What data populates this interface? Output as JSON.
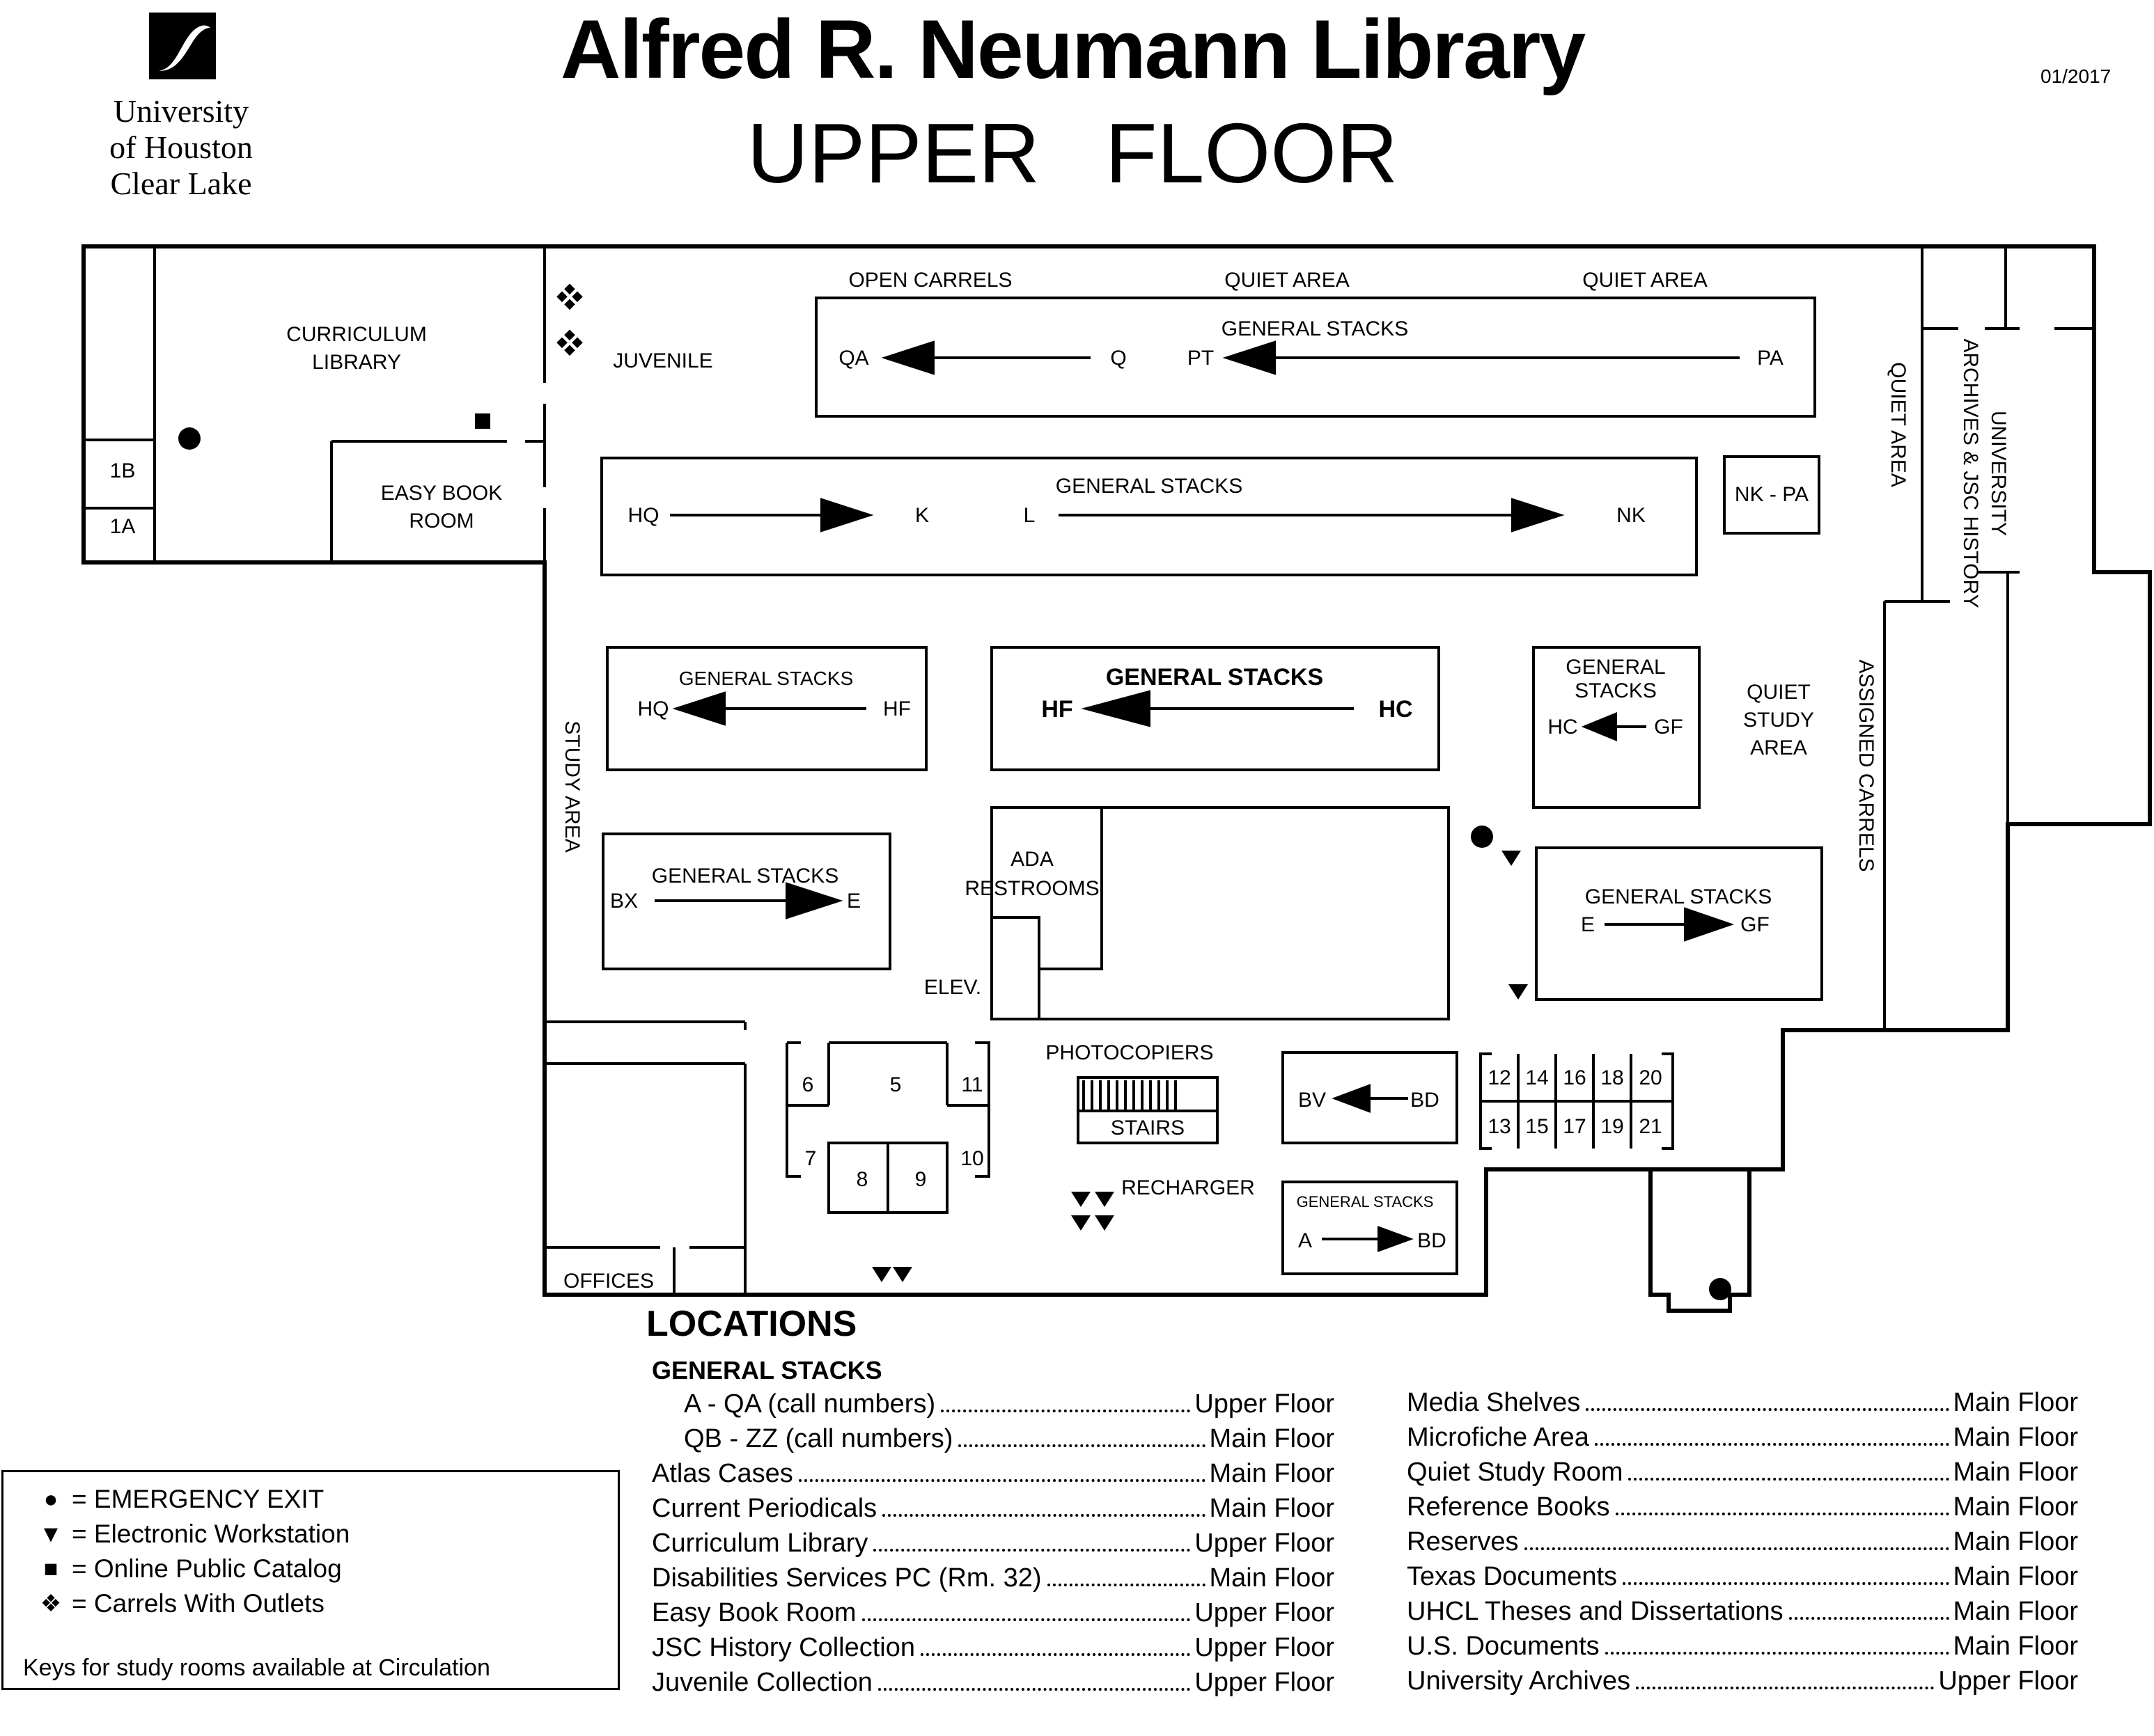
{
  "header": {
    "university_logo_text": [
      "University",
      "of Houston",
      "Clear Lake"
    ],
    "title": "Alfred R. Neumann Library",
    "subtitle": "UPPER FLOOR",
    "date": "01/2017"
  },
  "map": {
    "labels": {
      "open_carrels": "OPEN CARRELS",
      "quiet_area_1": "QUIET AREA",
      "quiet_area_2": "QUIET AREA",
      "general_stacks": "GENERAL STACKS",
      "curriculum_1": "CURRICULUM",
      "curriculum_2": "LIBRARY",
      "juvenile": "JUVENILE",
      "easy_book_1": "EASY BOOK",
      "easy_book_2": "ROOM",
      "room_1b": "1B",
      "room_1a": "1A",
      "study_area": "STUDY AREA",
      "quiet_area_vertical": "QUIET AREA",
      "archives_1": "UNIVERSITY",
      "archives_2": "ARCHIVES & JSC HISTORY",
      "assigned_carrels": "ASSIGNED CARRELS",
      "quiet_study_1": "QUIET",
      "quiet_study_2": "STUDY",
      "quiet_study_3": "AREA",
      "ada_1": "ADA",
      "ada_2": "RESTROOMS",
      "elevator": "ELEV.",
      "photocopiers": "PHOTOCOPIERS",
      "stairs": "STAIRS",
      "recharger": "RECHARGER",
      "offices": "OFFICES",
      "nk_pa": "NK - PA"
    },
    "stacks": {
      "top": {
        "from": "QA",
        "q": "Q",
        "pt": "PT",
        "to": "PA"
      },
      "second": {
        "hq": "HQ",
        "k": "K",
        "l": "L",
        "nk": "NK"
      },
      "left_mid": {
        "from": "HQ",
        "to": "HF"
      },
      "center_mid": {
        "from": "HF",
        "to": "HC"
      },
      "right_mid": {
        "label_1": "GENERAL",
        "label_2": "STACKS",
        "from": "HC",
        "to": "GF"
      },
      "left_low": {
        "from": "BX",
        "to": "E"
      },
      "right_low": {
        "from": "E",
        "to": "GF"
      },
      "bv_bd": {
        "from": "BV",
        "to": "BD"
      },
      "a_bd": {
        "from": "A",
        "to": "BD"
      }
    },
    "study_rooms_left": [
      "5",
      "6",
      "7",
      "8",
      "9",
      "10",
      "11"
    ],
    "study_rooms_right_top": [
      "12",
      "14",
      "16",
      "18",
      "20"
    ],
    "study_rooms_right_bottom": [
      "13",
      "15",
      "17",
      "19",
      "21"
    ]
  },
  "legend": {
    "items": [
      {
        "icon": "emergency-exit-icon",
        "symbol": "●",
        "label": "= EMERGENCY EXIT"
      },
      {
        "icon": "workstation-icon",
        "symbol": "▼",
        "label": "= Electronic Workstation"
      },
      {
        "icon": "catalog-icon",
        "symbol": "■",
        "label": "= Online Public Catalog"
      },
      {
        "icon": "carrel-outlet-icon",
        "symbol": "❖",
        "label": "= Carrels With Outlets"
      }
    ],
    "note": "Keys for study rooms available at Circulation"
  },
  "locations": {
    "heading": "LOCATIONS",
    "subheading": "GENERAL STACKS",
    "left": [
      {
        "name": "A - QA (call numbers)",
        "floor": "Upper Floor"
      },
      {
        "name": "QB - ZZ (call numbers)",
        "floor": "Main Floor"
      },
      {
        "name": "Atlas Cases",
        "floor": "Main Floor"
      },
      {
        "name": "Current Periodicals",
        "floor": "Main Floor"
      },
      {
        "name": "Curriculum Library",
        "floor": "Upper Floor"
      },
      {
        "name": "Disabilities Services PC (Rm. 32)",
        "floor": "Main Floor"
      },
      {
        "name": "Easy Book Room",
        "floor": "Upper Floor"
      },
      {
        "name": "JSC History Collection",
        "floor": "Upper Floor"
      },
      {
        "name": "Juvenile Collection",
        "floor": "Upper Floor"
      }
    ],
    "right": [
      {
        "name": "Media Shelves",
        "floor": "Main Floor"
      },
      {
        "name": "Microfiche Area",
        "floor": "Main Floor"
      },
      {
        "name": "Quiet Study Room",
        "floor": "Main Floor"
      },
      {
        "name": "Reference Books",
        "floor": "Main Floor"
      },
      {
        "name": "Reserves",
        "floor": "Main Floor"
      },
      {
        "name": "Texas Documents",
        "floor": "Main Floor"
      },
      {
        "name": "UHCL Theses and Dissertations",
        "floor": "Main Floor"
      },
      {
        "name": "U.S. Documents",
        "floor": "Main Floor"
      },
      {
        "name": "University Archives",
        "floor": "Upper Floor"
      }
    ]
  }
}
